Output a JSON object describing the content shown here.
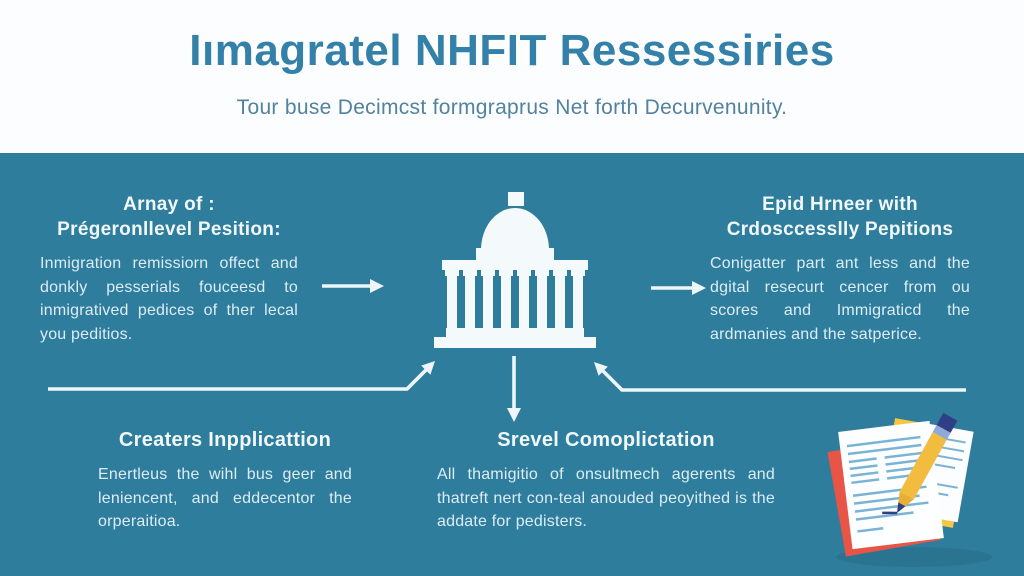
{
  "header": {
    "title": "Iımagratel NHFIT Ressessiries",
    "subtitle": "Tour buse Decimcst formgraprus Net forth Decurvenunity."
  },
  "sections": {
    "top_left": {
      "heading": "Arnay of :\nPrégeronllevel Pesition:",
      "body": "Inmigration remissiorn offect and donkly pesserials fouceesd to inmigratived pedices of ther lecal you peditios."
    },
    "top_right": {
      "heading": "Epid Hrneer with\nCrdosccesslly Pepitions",
      "body": "Conigatter part ant less and the dgital resecurt cencer from ou scores and Immigraticd the ardmanies and the satperice."
    },
    "bottom_left": {
      "heading": "Creaters Inpplicattion",
      "body": "Enertleus the wihl bus geer and leniencent, and eddecentor the orperaitioa."
    },
    "bottom_center": {
      "heading": "Srevel Comoplictation",
      "body": "All thamigitio of onsultmech agerents and thatreft nert con-teal anouded peoyithed is the addate for pedisters."
    }
  },
  "icons": {
    "center_icon": "capitol-building-icon",
    "arrows": [
      "arrow-right-icon",
      "arrow-right-icon",
      "arrow-down-icon",
      "arrow-up-right-icon",
      "arrow-up-left-icon"
    ],
    "bottom_right_illustration": "documents-and-pencil-illustration"
  },
  "colors": {
    "background_teal": "#2f7d9c",
    "header_background": "#fcfdfe",
    "title_blue": "#3380a8",
    "subtitle_blue": "#52829e",
    "heading_white": "#f0f8fb",
    "body_text": "#dcedf5",
    "arrow_white": "#eef6f9",
    "paper_red": "#e85445",
    "paper_yellow": "#f4c642",
    "paper_white": "#fdfeff",
    "paper_line_blue": "#79b3d5",
    "pencil_yellow": "#f2bc3f",
    "pencil_navy": "#2e3f86"
  }
}
